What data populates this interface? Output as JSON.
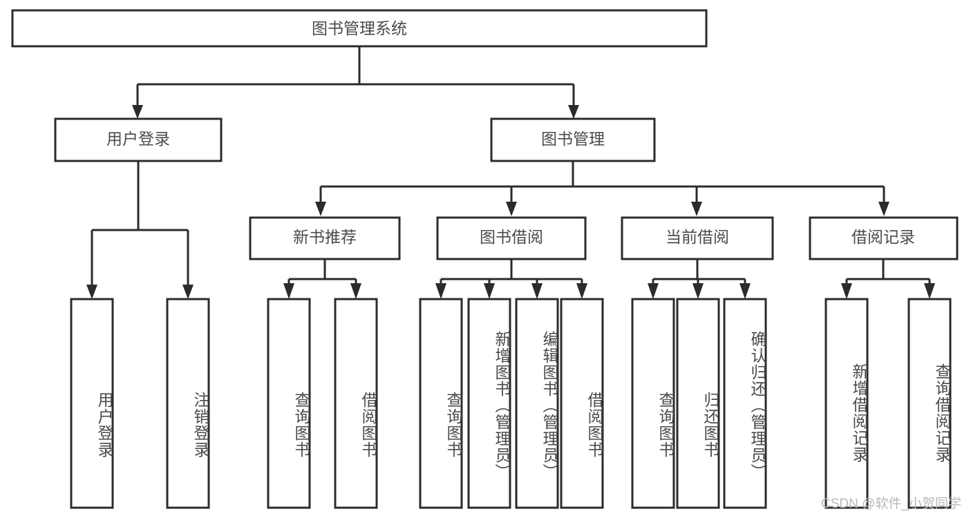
{
  "diagram": {
    "title": "图书管理系统",
    "watermark": "CSDN @软件_小贺同学",
    "colors": {
      "stroke": "#2b2b2b",
      "box_fill": "#ffffff",
      "text": "#4a4a4a",
      "watermark": "#b8b8b8",
      "background": "#ffffff"
    },
    "root": {
      "label": "图书管理系统"
    },
    "level2": [
      {
        "label": "用户登录"
      },
      {
        "label": "图书管理"
      }
    ],
    "level3": [
      {
        "label": "新书推荐"
      },
      {
        "label": "图书借阅"
      },
      {
        "label": "当前借阅"
      },
      {
        "label": "借阅记录"
      }
    ],
    "leaves": {
      "user_login": [
        {
          "label": "用户登录"
        },
        {
          "label": "注销登录"
        }
      ],
      "new_book_recommend": [
        {
          "label": "查询图书"
        },
        {
          "label": "借阅图书"
        }
      ],
      "book_borrow": [
        {
          "label": "查询图书"
        },
        {
          "label": "新增图书（管理员）"
        },
        {
          "label": "编辑图书（管理员）"
        },
        {
          "label": "借阅图书"
        }
      ],
      "current_borrow": [
        {
          "label": "查询图书"
        },
        {
          "label": "归还图书"
        },
        {
          "label": "确认归还（管理员）"
        }
      ],
      "borrow_record": [
        {
          "label": "新增借阅记录"
        },
        {
          "label": "查询借阅记录"
        }
      ]
    }
  }
}
